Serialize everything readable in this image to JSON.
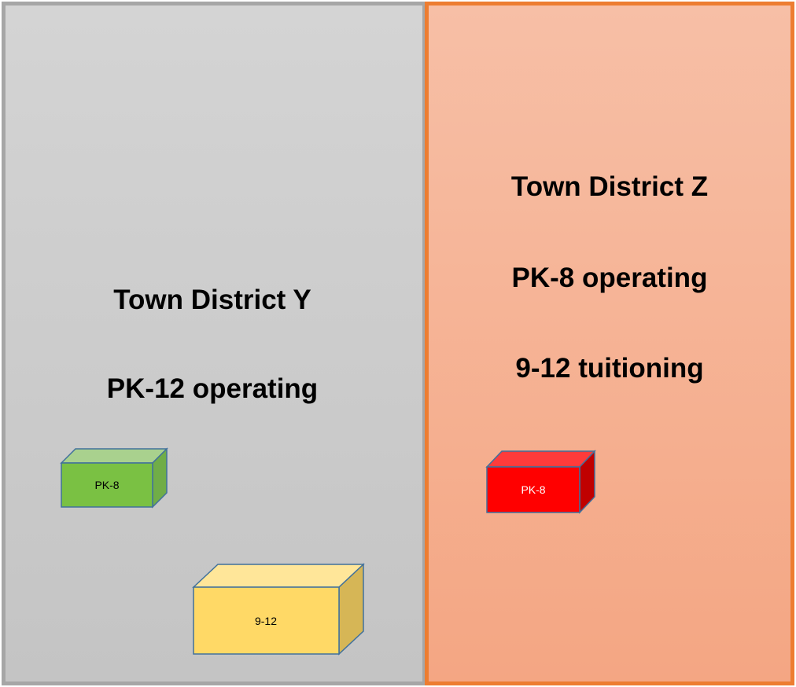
{
  "districts": {
    "y": {
      "title": "Town District Y",
      "description": "PK-12 operating",
      "color": "#c8c8c8",
      "border_color": "#a6a6a6"
    },
    "z": {
      "title": "Town District Z",
      "description_line1": "PK-8 operating",
      "description_line2": "9-12 tuitioning",
      "color": "#f6b293",
      "border_color": "#ed7d31"
    }
  },
  "boxes": {
    "y_pk8": {
      "label": "PK-8",
      "color": "#7ac143"
    },
    "y_912": {
      "label": "9-12",
      "color": "#ffd966"
    },
    "z_pk8": {
      "label": "PK-8",
      "color": "#ff0000"
    }
  }
}
